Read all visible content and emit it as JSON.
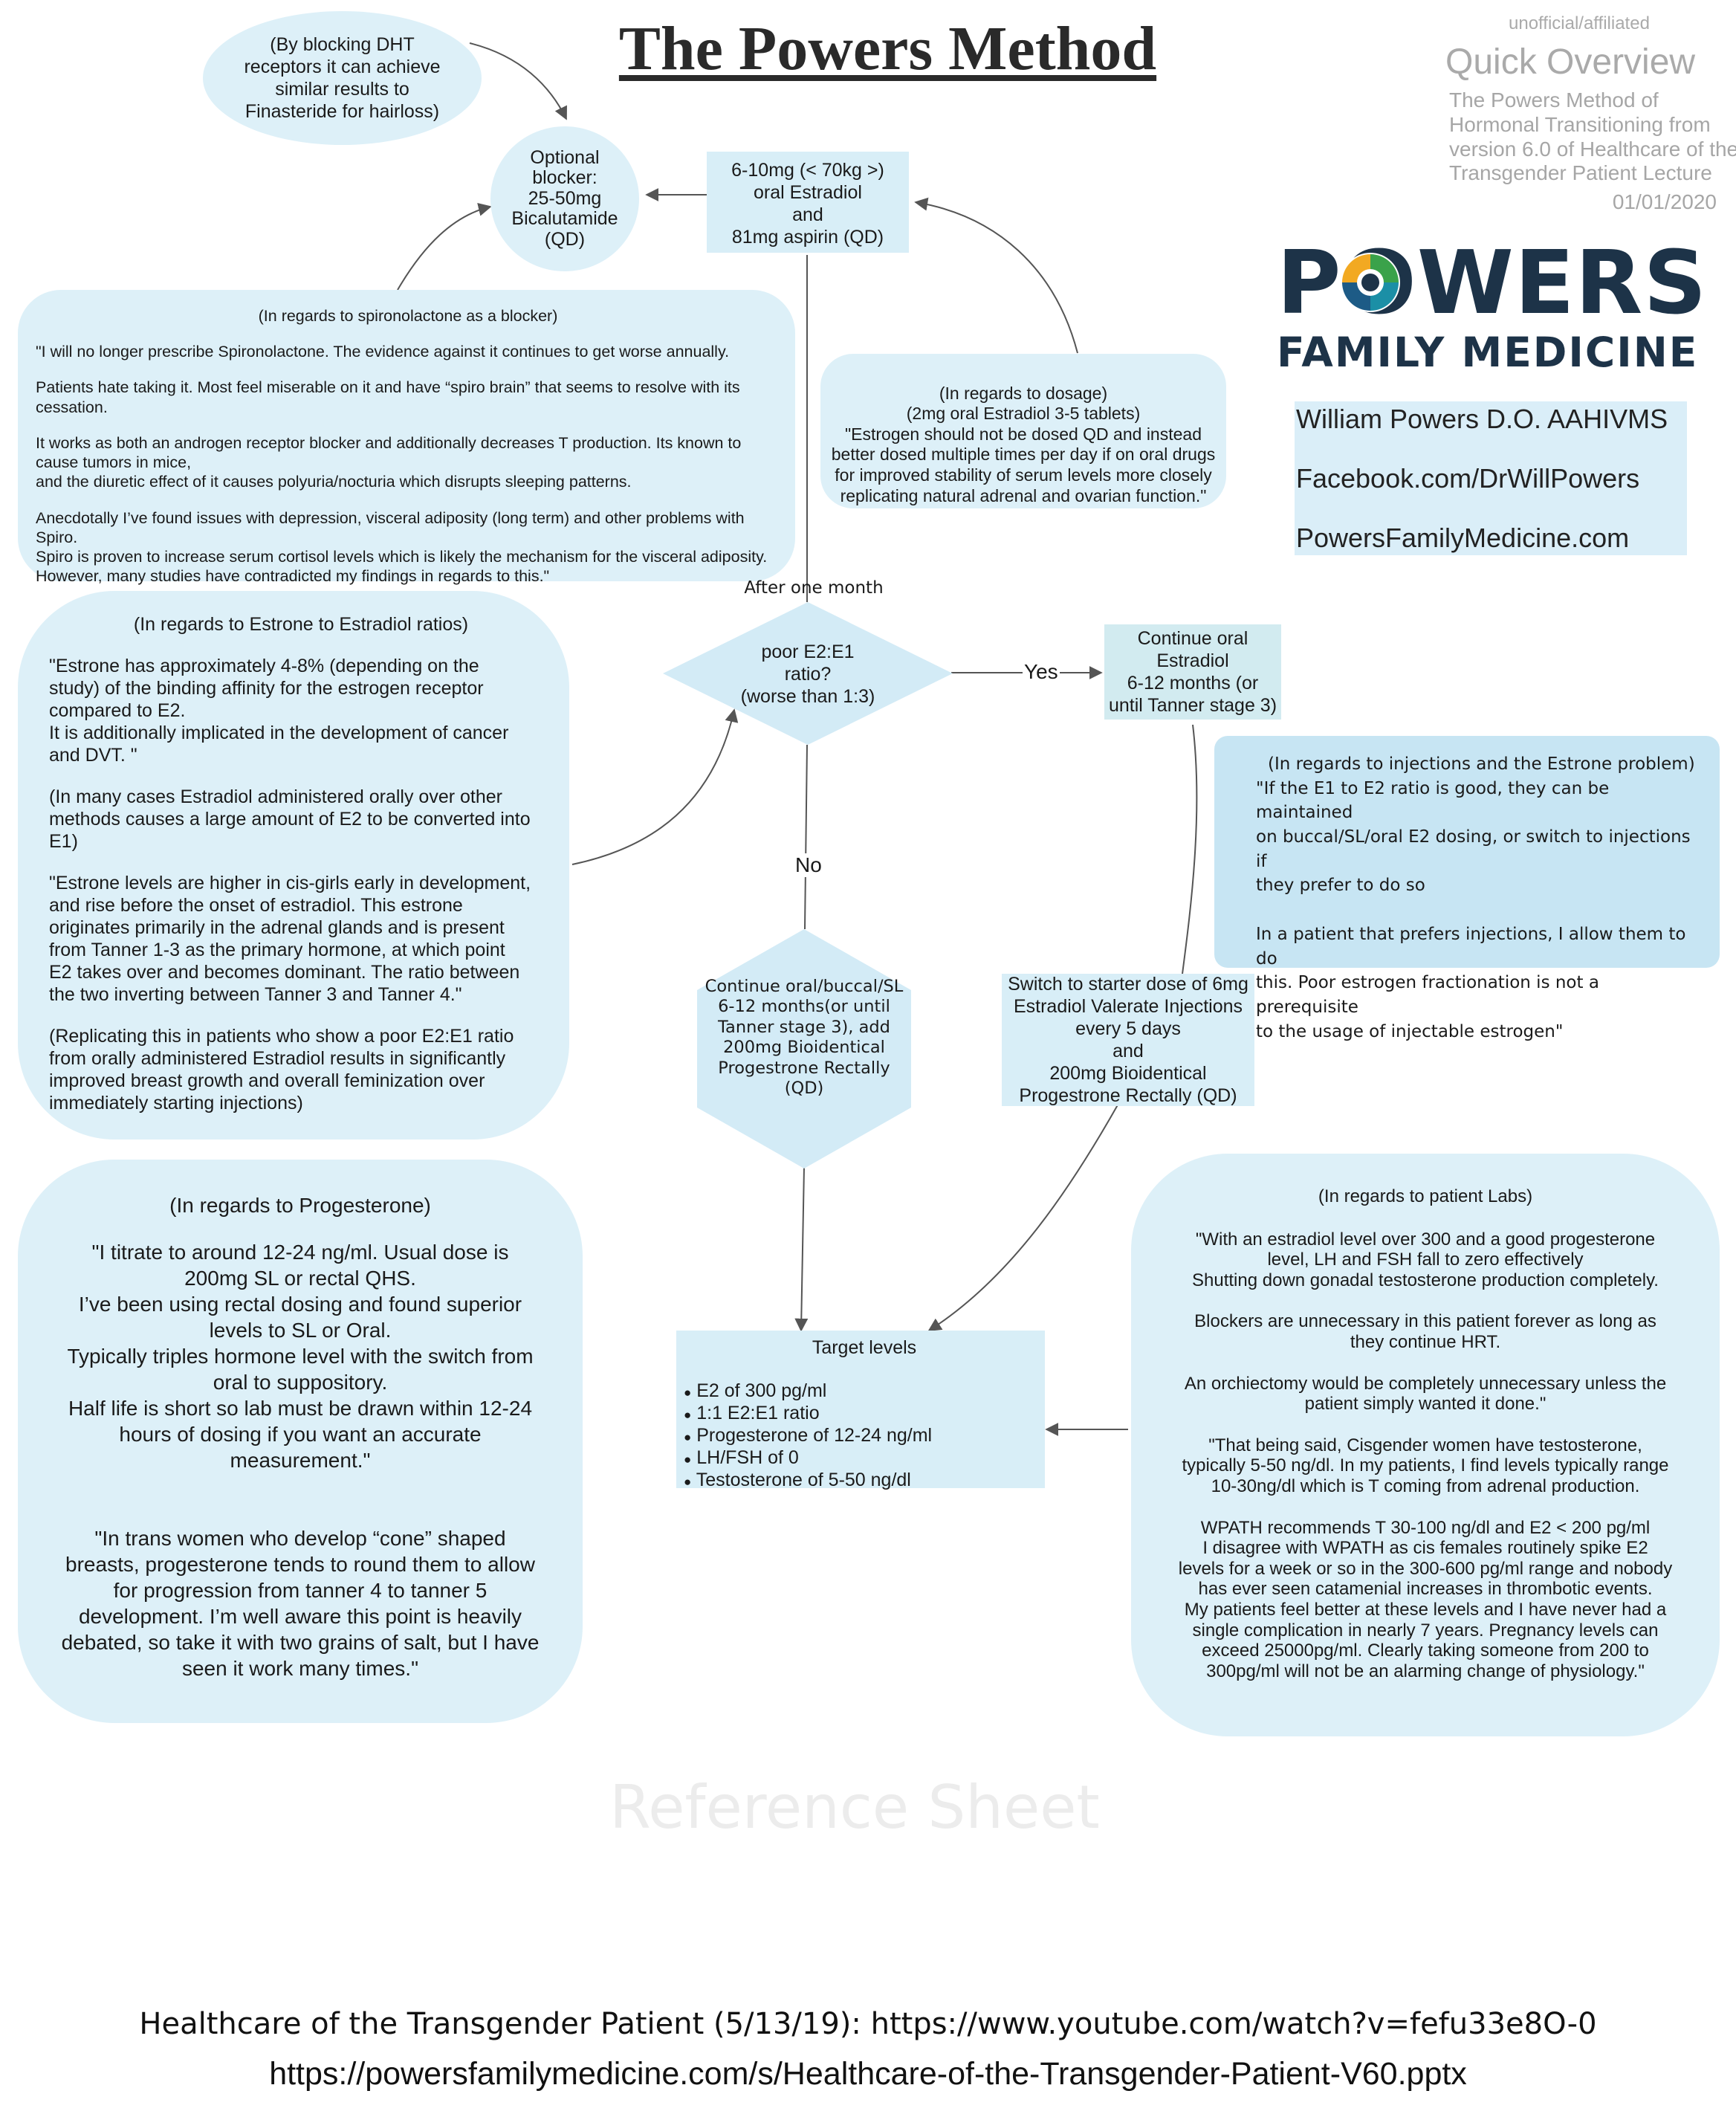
{
  "title": "The Powers Method",
  "header": {
    "unofficial": "unofficial/affiliated",
    "overview_title": "Quick Overview",
    "overview_lines": [
      "The Powers Method of",
      "Hormonal Transitioning from",
      "version 6.0 of Healthcare of the",
      "Transgender Patient Lecture"
    ],
    "date": "01/01/2020"
  },
  "logo": {
    "word": "POWERS",
    "subtitle": "FAMILY MEDICINE"
  },
  "contact": {
    "name": "William Powers D.O. AAHIVMS",
    "facebook": "Facebook.com/DrWillPowers",
    "website": "PowersFamilyMedicine.com"
  },
  "nodes": {
    "dht_note": "(By blocking DHT\nreceptors it can achieve\nsimilar results to\nFinasteride for hairloss)",
    "blocker": "Optional\nblocker:\n25-50mg\nBicalutamide\n(QD)",
    "estradiol_start": "6-10mg (< 70kg >)\noral Estradiol\nand\n81mg aspirin (QD)",
    "after_month": "After one month",
    "decision": "poor E2:E1\nratio?\n(worse than 1:3)",
    "yes": "Yes",
    "no": "No",
    "continue_oral": "Continue oral\nEstradiol\n6-12 months (or\nuntil Tanner stage 3)",
    "continue_buccal": "Continue oral/buccal/SL\n6-12 months(or until\nTanner stage 3), add\n200mg Bioidentical\nProgestrone Rectally\n(QD)",
    "switch_injections": "Switch to starter dose of 6mg\nEstradiol Valerate Injections\nevery 5 days\nand\n200mg Bioidentical\nProgestrone Rectally (QD)",
    "target_title": "Target levels",
    "targets": [
      "E2 of 300 pg/ml",
      "1:1 E2:E1 ratio",
      "Progesterone of 12-24 ng/ml",
      "LH/FSH of 0",
      "Testosterone of 5-50 ng/dl"
    ]
  },
  "notes": {
    "spiro": {
      "title": "(In regards to spironolactone as a blocker)",
      "paragraphs": [
        "\"I will no longer prescribe Spironolactone.  The evidence against it continues to get worse annually.",
        "Patients hate taking it. Most feel miserable on it and have “spiro brain” that seems to resolve with its\ncessation.",
        "It works as both an androgen receptor blocker and additionally decreases T production. Its known to\ncause tumors in mice,\nand the diuretic effect of it causes polyuria/nocturia which disrupts sleeping patterns.",
        "Anecdotally I’ve found issues with depression, visceral adiposity (long term) and other problems with\nSpiro.\n Spiro is proven to increase serum cortisol levels which is likely the mechanism for the visceral adiposity.\nHowever, many studies have contradicted my findings in regards to this.\""
      ]
    },
    "dosage": "(In regards to dosage)\n(2mg oral Estradiol 3-5 tablets)\n\"Estrogen should not be dosed QD and instead\nbetter dosed multiple times per day if on oral drugs\nfor improved stability of serum levels more closely\nreplicating natural adrenal and ovarian function.\"",
    "estrone": {
      "title": "(In regards to Estrone to Estradiol ratios)",
      "paragraphs": [
        "\"Estrone has approximately 4-8% (depending on the\nstudy) of the binding affinity for the estrogen receptor\ncompared to E2.\nIt is additionally implicated in the development of cancer\nand DVT. \"",
        "(In many cases Estradiol administered orally over other\nmethods causes a large amount of E2 to be converted into\nE1)",
        "\"Estrone levels are higher in cis-girls early in development,\nand rise before the onset of estradiol. This estrone\noriginates primarily in the adrenal glands and is present\nfrom Tanner 1-3 as the primary hormone, at which point\nE2 takes over and becomes dominant. The ratio between\nthe two inverting between Tanner 3 and Tanner 4.\"",
        "(Replicating this in patients who show a poor E2:E1 ratio\nfrom orally administered Estradiol results in significantly\nimproved breast growth and overall feminization over\nimmediately starting injections)"
      ]
    },
    "injections": {
      "title": "(In regards to injections and the Estrone problem)",
      "paragraphs": [
        "\"If the E1 to E2 ratio is good, they can be maintained\non buccal/SL/oral E2 dosing, or switch to injections if\nthey prefer to do so",
        "In a patient that prefers injections, I allow them to do\nthis. Poor estrogen fractionation is not a prerequisite\nto the usage of injectable estrogen\""
      ]
    },
    "progesterone": {
      "title": "(In regards to Progesterone)",
      "paragraphs": [
        "\"I titrate to around 12-24 ng/ml. Usual dose is\n200mg SL or rectal QHS.\nI’ve been using rectal dosing and found superior\nlevels to SL or Oral.\nTypically triples hormone level with the switch from\noral to suppository.\nHalf life is short so lab must be drawn within 12-24\nhours of dosing if you want an accurate\nmeasurement.\"",
        "\"In trans women who develop “cone” shaped\nbreasts, progesterone tends to round them to allow\nfor progression from tanner 4 to tanner 5\ndevelopment. I’m well aware this point is heavily\ndebated, so take it with two grains of salt, but I have\nseen it work many times.\""
      ]
    },
    "labs": {
      "title": "(In regards to patient Labs)",
      "paragraphs": [
        "\"With an estradiol level over 300 and a good progesterone\nlevel, LH and FSH fall to zero effectively\nShutting down gonadal testosterone production completely.",
        "Blockers are unnecessary in this patient forever as long as\nthey continue HRT.",
        "An orchiectomy would be completely unnecessary unless the\npatient simply wanted it done.\"",
        "\"That being said, Cisgender women have testosterone,\ntypically 5-50 ng/dl. In my patients, I find levels typically range\n10-30ng/dl which is T coming from adrenal production.",
        "WPATH recommends T 30-100 ng/dl and E2 < 200 pg/ml\nI disagree with WPATH as cis females routinely spike E2\nlevels for a week or so in the 300-600 pg/ml range and nobody\nhas ever seen catamenial increases in thrombotic events.\nMy patients feel better at these levels and I have never had a\nsingle complication in nearly 7 years. Pregnancy levels can\nexceed 25000pg/ml. Clearly taking someone from 200 to\n300pg/ml will not be an alarming change of physiology.\""
      ]
    }
  },
  "watermark": "Reference Sheet",
  "footer": {
    "line1": "Healthcare of the Transgender Patient (5/13/19): https://www.youtube.com/watch?v=fefu33e8O-0",
    "line2": "https://powersfamilymedicine.com/s/Healthcare-of-the-Transgender-Patient-V60.pptx"
  },
  "colors": {
    "bubble": "#ddf0f8",
    "box": "#d8eef7",
    "decision": "#d3ebf6",
    "injection_note": "#c7e5f3",
    "logo_navy": "#1d3348"
  }
}
